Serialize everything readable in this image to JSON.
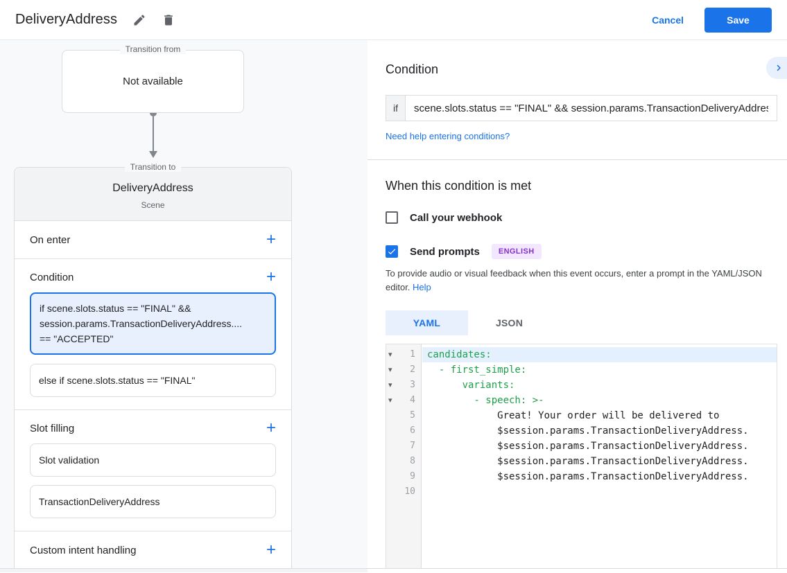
{
  "colors": {
    "accent_blue": "#1a73e8",
    "selected_card_bg": "#e8f0fe",
    "panel_bg": "#f8f9fa",
    "card_header_bg": "#f1f3f4",
    "code_key_green": "#1ea04b",
    "badge_purple_text": "#8430ce",
    "badge_purple_bg": "#f2e7fe",
    "active_line_bg": "#e4f0fd"
  },
  "header": {
    "title": "DeliveryAddress",
    "cancel_label": "Cancel",
    "save_label": "Save"
  },
  "flow": {
    "transition_from": {
      "label": "Transition from",
      "value": "Not available"
    },
    "transition_to": {
      "label": "Transition to",
      "scene_name": "DeliveryAddress",
      "scene_type": "Scene"
    },
    "sections": {
      "on_enter": {
        "label": "On enter"
      },
      "condition": {
        "label": "Condition",
        "selected_lines": {
          "0": "if scene.slots.status == \"FINAL\" &&",
          "1": "session.params.TransactionDeliveryAddress....",
          "2": "== \"ACCEPTED\""
        },
        "else_condition": "else if scene.slots.status == \"FINAL\""
      },
      "slot_filling": {
        "label": "Slot filling",
        "items": {
          "0": "Slot validation",
          "1": "TransactionDeliveryAddress"
        }
      },
      "custom_intent": {
        "label": "Custom intent handling"
      }
    }
  },
  "detail": {
    "condition_heading": "Condition",
    "if_label": "if",
    "condition_value": "scene.slots.status == \"FINAL\" && session.params.TransactionDeliveryAddress",
    "help_link": "Need help entering conditions?",
    "when_met_heading": "When this condition is met",
    "webhook_label": "Call your webhook",
    "prompts_label": "Send prompts",
    "language_badge": "ENGLISH",
    "hint_text": "To provide audio or visual feedback when this event occurs, enter a prompt in the YAML/JSON editor.",
    "hint_help_label": "Help",
    "tabs": {
      "0": {
        "label": "YAML"
      },
      "1": {
        "label": "JSON"
      }
    },
    "editor": {
      "lines": [
        {
          "num": 1,
          "text": "candidates:",
          "kind": "key",
          "foldable": true,
          "active": true
        },
        {
          "num": 2,
          "text": "  - first_simple:",
          "kind": "key",
          "foldable": true
        },
        {
          "num": 3,
          "text": "      variants:",
          "kind": "key",
          "foldable": true
        },
        {
          "num": 4,
          "text": "        - speech: >-",
          "kind": "key",
          "foldable": true
        },
        {
          "num": 5,
          "text": "            Great! Your order will be delivered to",
          "kind": "plain"
        },
        {
          "num": 6,
          "text": "            $session.params.TransactionDeliveryAddress.",
          "kind": "plain"
        },
        {
          "num": 7,
          "text": "            $session.params.TransactionDeliveryAddress.",
          "kind": "plain"
        },
        {
          "num": 8,
          "text": "            $session.params.TransactionDeliveryAddress.",
          "kind": "plain"
        },
        {
          "num": 9,
          "text": "            $session.params.TransactionDeliveryAddress.",
          "kind": "plain"
        },
        {
          "num": 10,
          "text": "",
          "kind": "plain"
        }
      ]
    }
  }
}
